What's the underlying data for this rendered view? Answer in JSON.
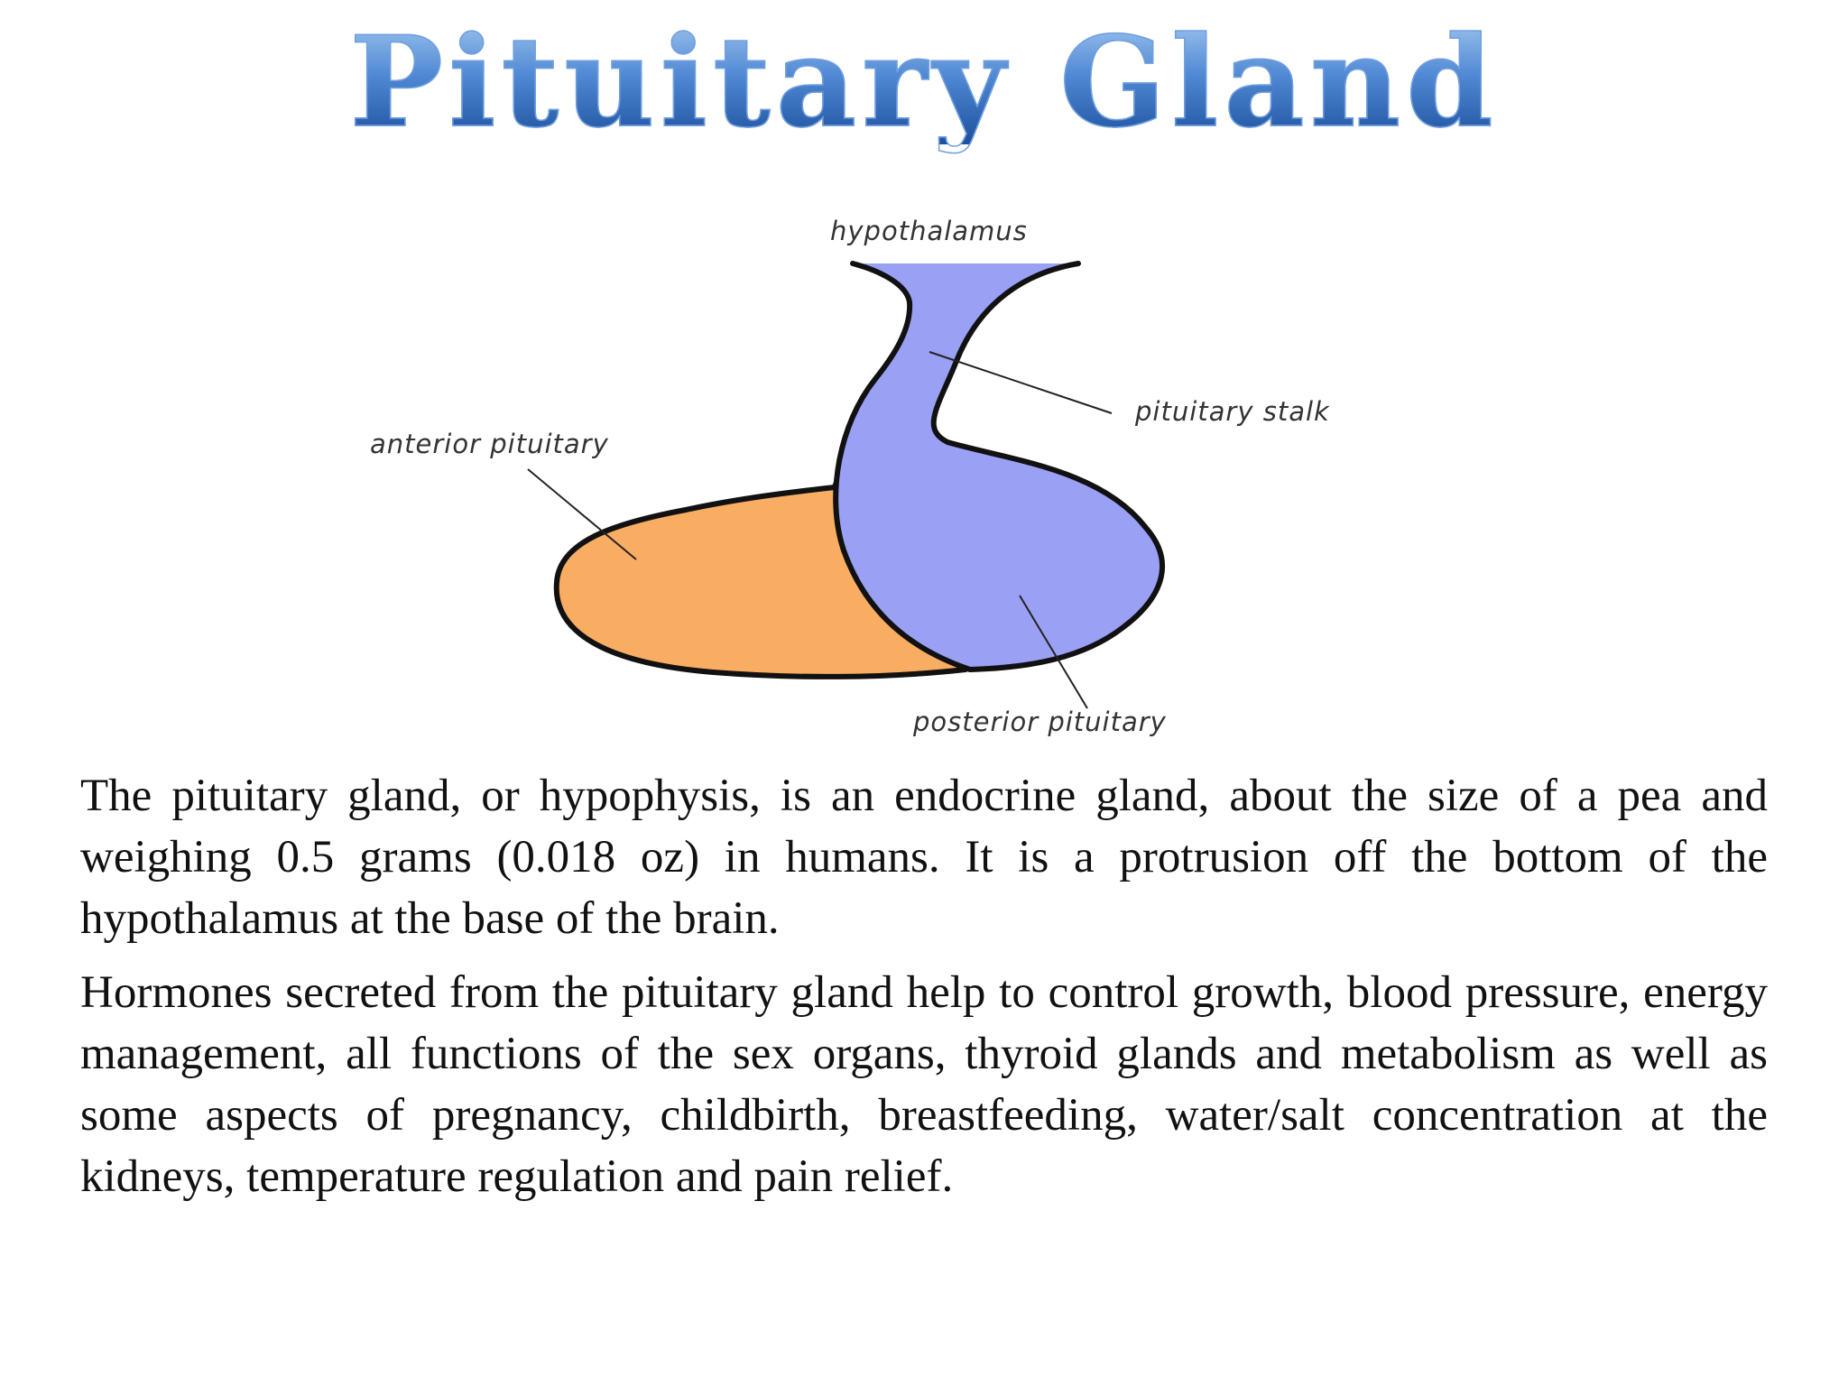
{
  "title": "Pituitary Gland",
  "diagram": {
    "labels": {
      "hypothalamus": "hypothalamus",
      "pituitary_stalk": "pituitary stalk",
      "anterior_pituitary": "anterior pituitary",
      "posterior_pituitary": "posterior pituitary"
    },
    "colors": {
      "anterior": "#f8ad62",
      "posterior": "#9aa0f4",
      "outline": "#111111"
    }
  },
  "paragraphs": [
    "The pituitary gland, or hypophysis, is an endocrine gland, about the size of a pea and weighing 0.5 grams (0.018 oz) in humans. It is a protrusion off the bottom of the hypothalamus at the base of the brain.",
    "Hormones secreted from the pituitary gland help to control growth, blood pressure, energy management, all functions of the sex organs, thyroid glands and metabolism as well as some aspects of pregnancy, childbirth, breastfeeding, water/salt concentration at the kidneys, temperature regulation and pain relief."
  ]
}
